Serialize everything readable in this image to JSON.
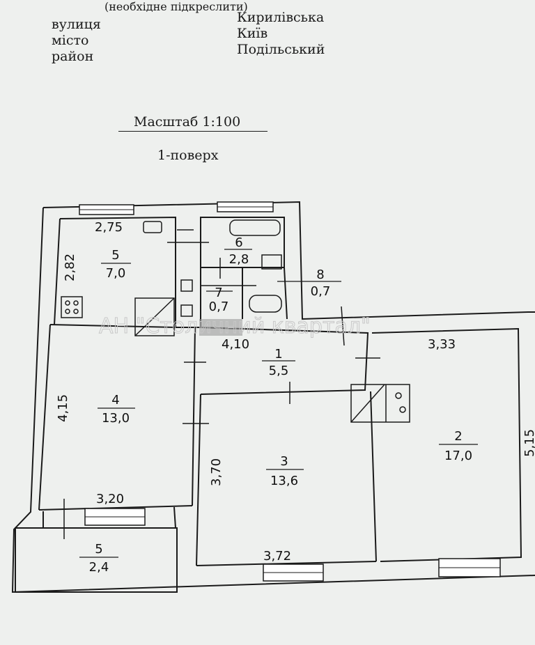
{
  "header": {
    "note": "(необхідне підкреслити)",
    "fields": [
      {
        "label": "вулиця",
        "value": "Кирилівська"
      },
      {
        "label": "місто",
        "value": "Київ"
      },
      {
        "label": "район",
        "value": "Подільський"
      }
    ],
    "scale": "Масштаб 1:100",
    "floor": "1-поверх"
  },
  "rooms": [
    {
      "id": "5",
      "area": "7,0"
    },
    {
      "id": "6",
      "area": "2,8"
    },
    {
      "id": "7",
      "area": "0,7"
    },
    {
      "id": "8",
      "area": "0,7"
    },
    {
      "id": "1",
      "area": "5,5"
    },
    {
      "id": "4",
      "area": "13,0"
    },
    {
      "id": "3",
      "area": "13,6"
    },
    {
      "id": "2",
      "area": "17,0"
    },
    {
      "id": "5",
      "area": "2,4"
    }
  ],
  "dimensions": [
    "2,75",
    "2,82",
    "4,10",
    "3,33",
    "4,15",
    "3,70",
    "5,15",
    "3,20",
    "3,72"
  ],
  "watermark": "АН \"Столичний квартал\""
}
